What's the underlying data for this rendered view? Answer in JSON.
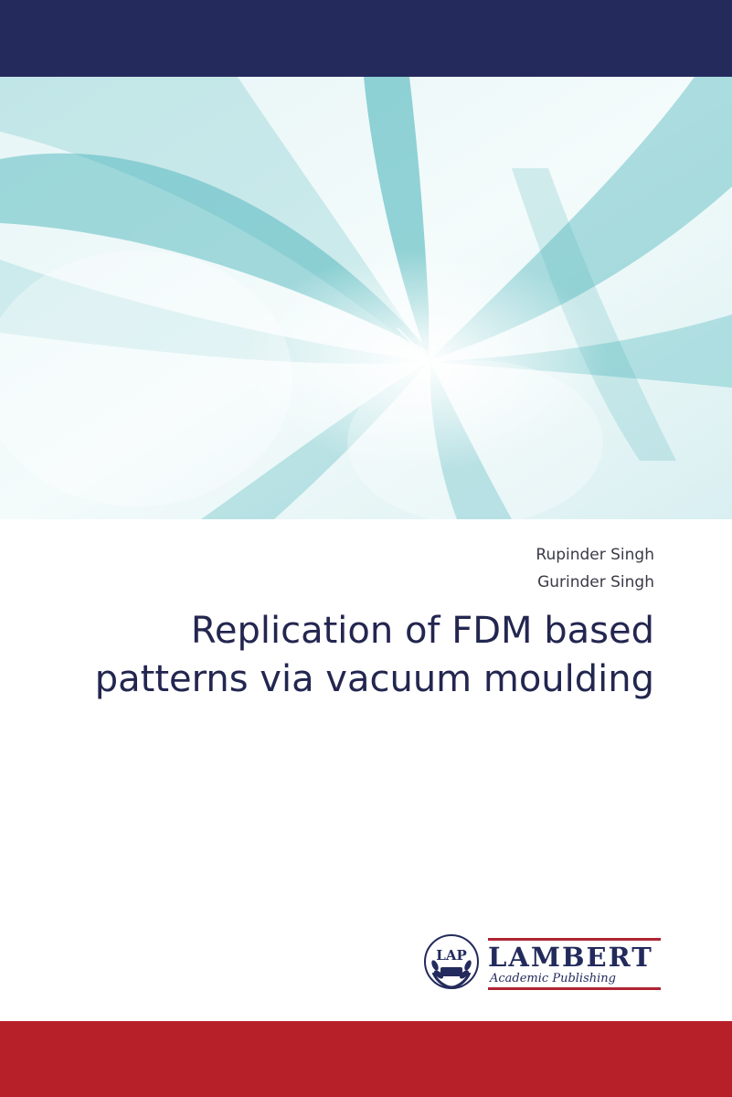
{
  "cover": {
    "authors": [
      "Rupinder Singh",
      "Gurinder Singh"
    ],
    "title": "Replication of FDM based patterns via vacuum moulding",
    "publisher": {
      "logo_text": "LAP",
      "name": "LAMBERT",
      "subtitle": "Academic Publishing"
    }
  },
  "colors": {
    "top_band": "#252a5d",
    "bottom_band": "#b71f29",
    "title_text": "#23264f",
    "artwork_accent": "#3fb0b6"
  },
  "icons": {
    "artwork": "abstract-teal-shards-image",
    "publisher_logo": "lap-laurel-logo"
  }
}
